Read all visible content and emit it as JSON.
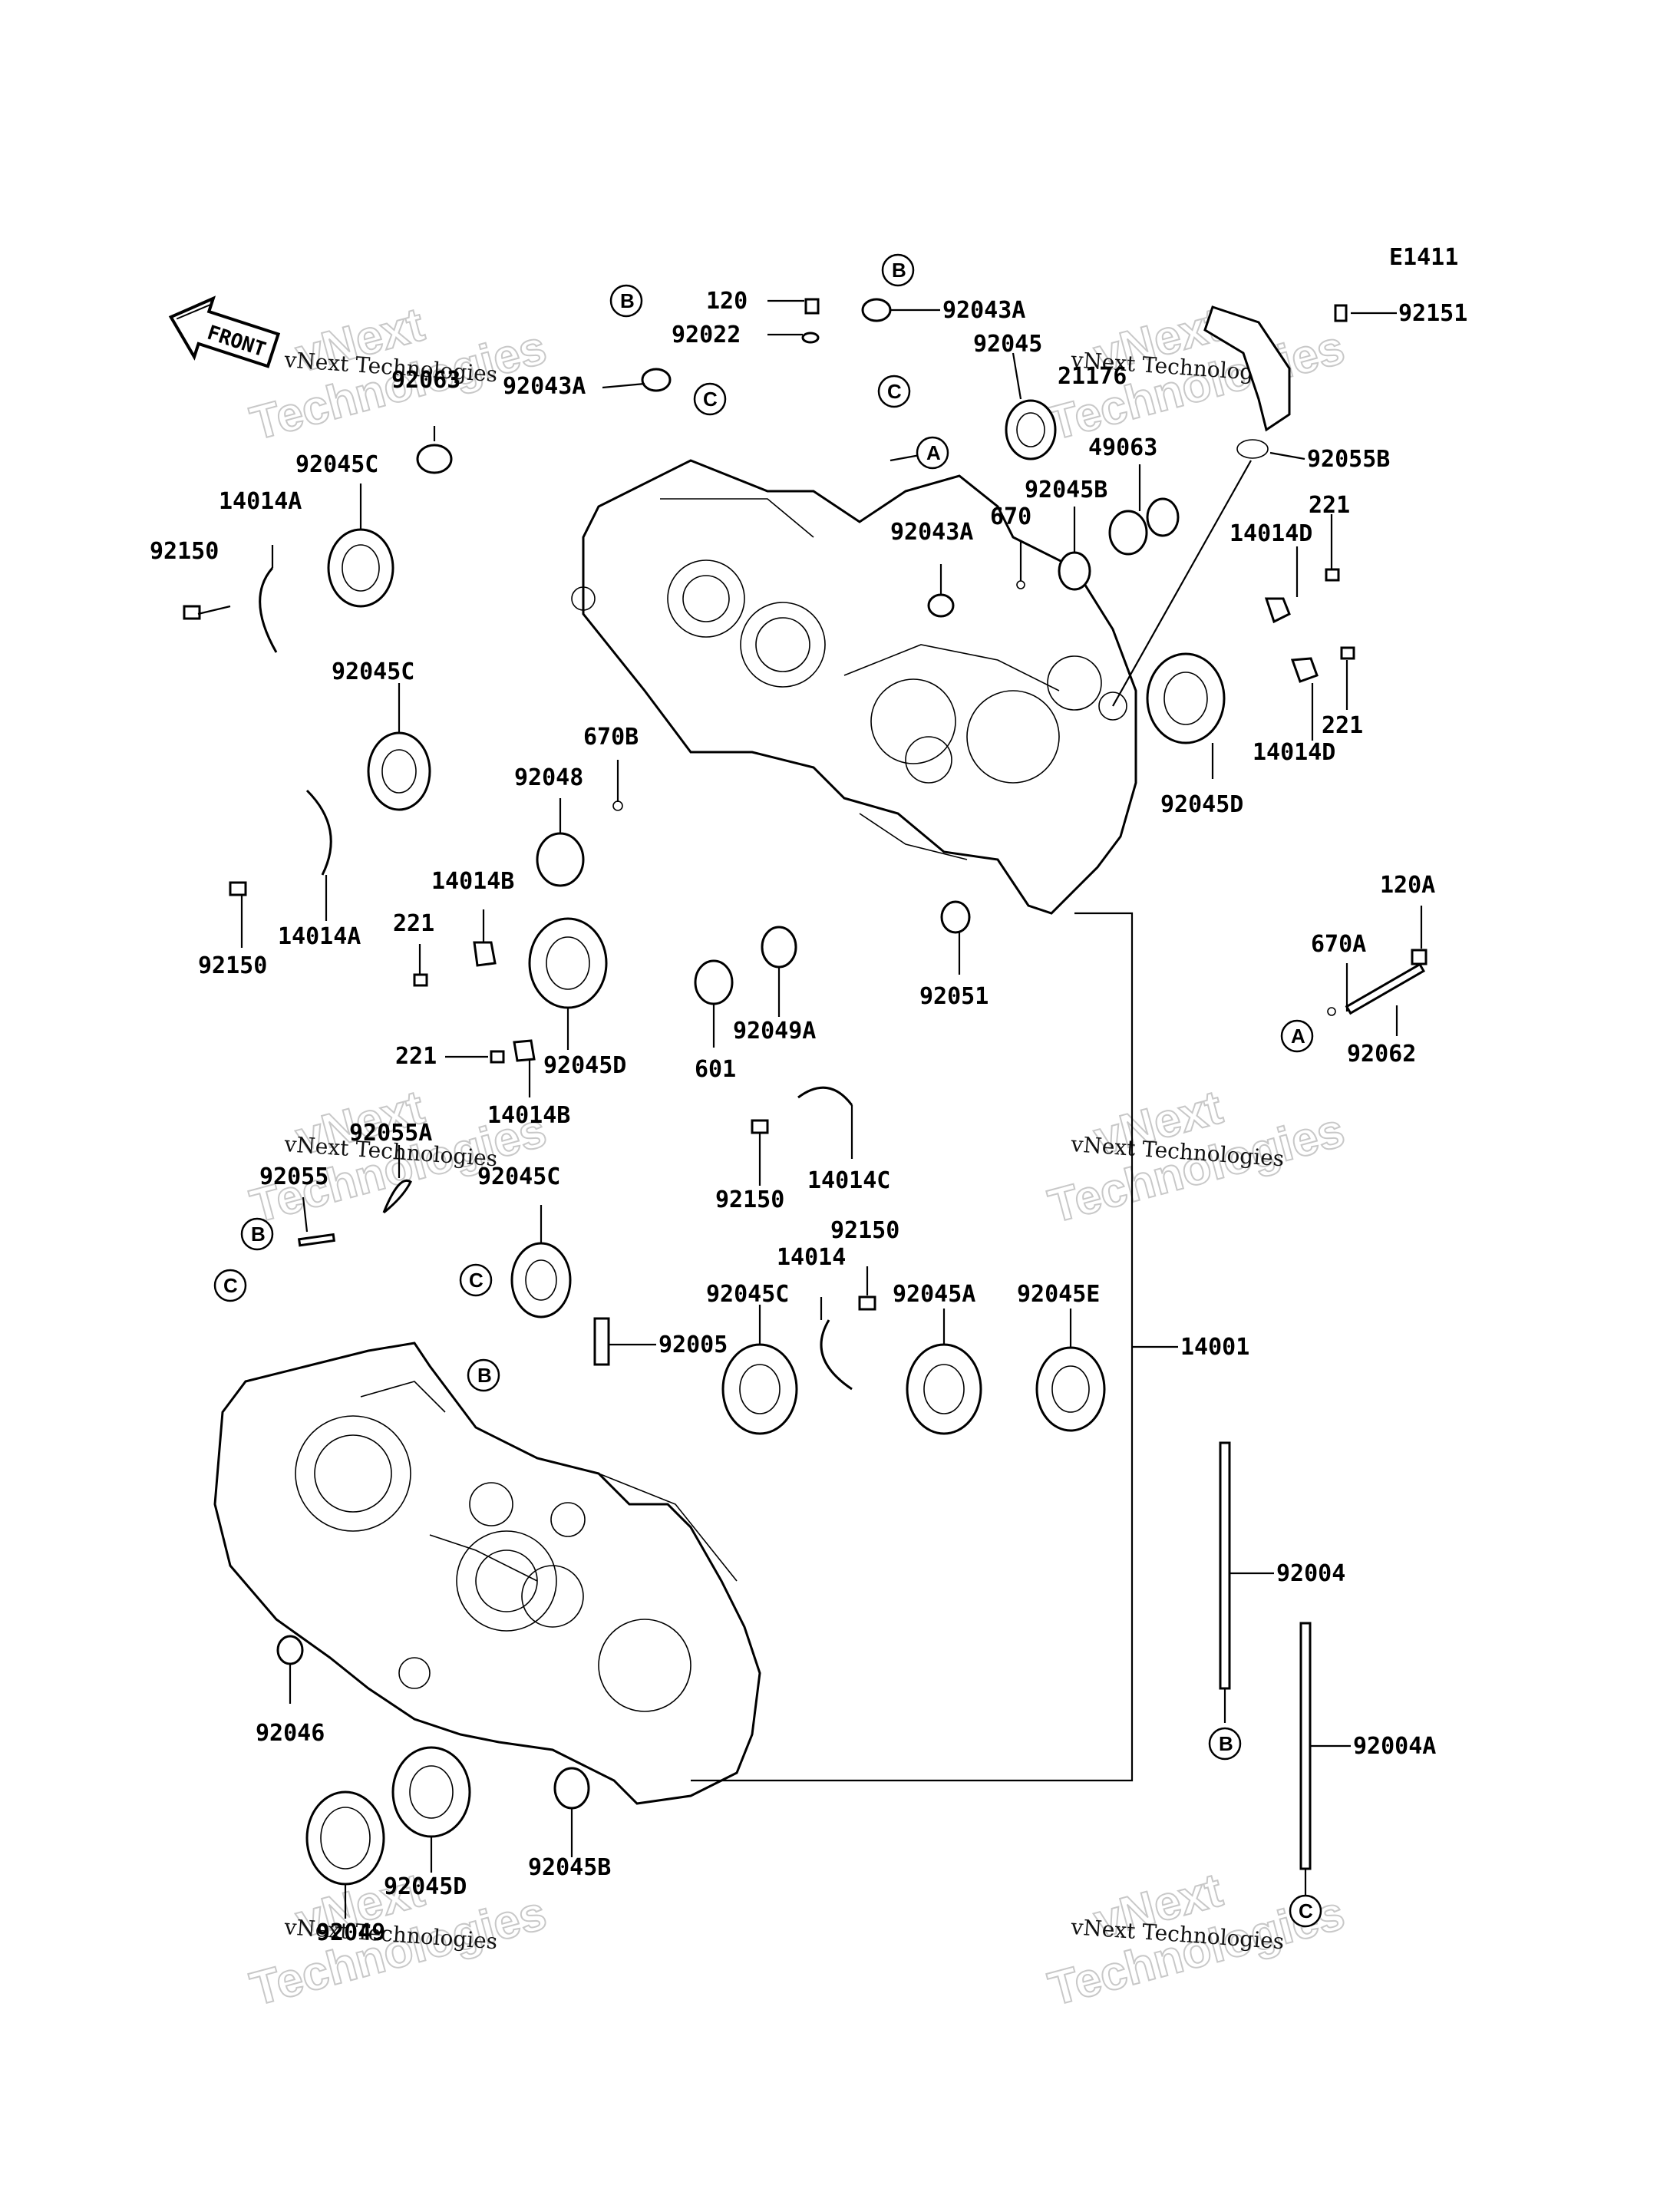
{
  "diagram_code": "E1411",
  "front_label": "FRONT",
  "watermark": {
    "brand": "vNext",
    "company": "vNext Technologies",
    "word": "Technologies"
  },
  "labels": {
    "l_120": "120",
    "l_92022": "92022",
    "l_92043A_top": "92043A",
    "l_92043A_left": "92043A",
    "l_92045_top": "92045",
    "l_92151": "92151",
    "l_21176": "21176",
    "l_92055B": "92055B",
    "l_92063": "92063",
    "l_92045C_1": "92045C",
    "l_14014A_1": "14014A",
    "l_92150_1": "92150",
    "l_49063": "49063",
    "l_92045B_1": "92045B",
    "l_92043A_mid": "92043A",
    "l_670": "670",
    "l_221_1": "221",
    "l_14014D_1": "14014D",
    "l_221_2": "221",
    "l_14014D_2": "14014D",
    "l_92045C_2": "92045C",
    "l_670B": "670B",
    "l_92048": "92048",
    "l_92045D_1": "92045D",
    "l_14014B_1": "14014B",
    "l_221_3": "221",
    "l_92150_2": "92150",
    "l_14014A_2": "14014A",
    "l_92051": "92051",
    "l_120A": "120A",
    "l_670A": "670A",
    "l_92062": "92062",
    "l_221_4": "221",
    "l_92045D_2": "92045D",
    "l_92049A": "92049A",
    "l_601": "601",
    "l_14014B_2": "14014B",
    "l_92150_3": "92150",
    "l_14014C": "14014C",
    "l_92055A": "92055A",
    "l_92055": "92055",
    "l_92045C_3": "92045C",
    "l_92150_4": "92150",
    "l_14014": "14014",
    "l_92045C_4": "92045C",
    "l_92045A": "92045A",
    "l_92045E": "92045E",
    "l_92005": "92005",
    "l_14001": "14001",
    "l_92004": "92004",
    "l_92004A": "92004A",
    "l_92046": "92046",
    "l_92045D_3": "92045D",
    "l_92045B_2": "92045B",
    "l_92049": "92049"
  },
  "callouts": {
    "a": "A",
    "b": "B",
    "c": "C"
  }
}
